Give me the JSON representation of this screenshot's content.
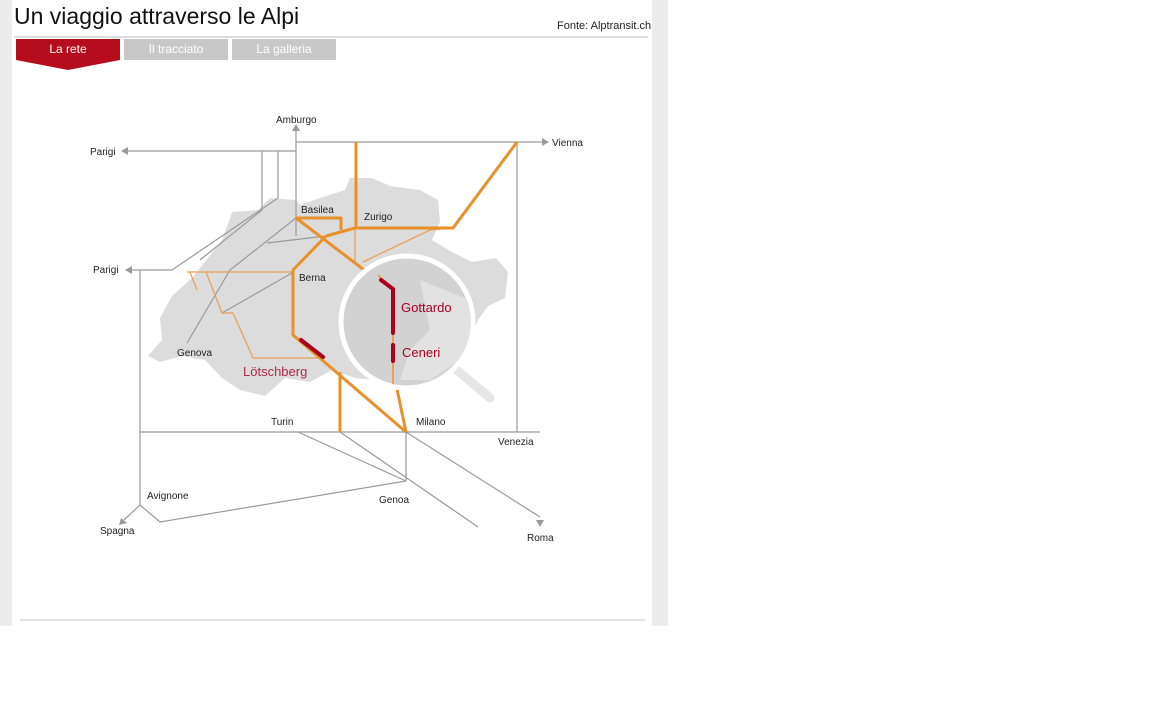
{
  "header": {
    "title": "Un viaggio attraverso le Alpi",
    "source": "Fonte: Alptransit.ch"
  },
  "tabs": [
    {
      "label": "La rete",
      "active": true
    },
    {
      "label": "Il tracciato",
      "active": false
    },
    {
      "label": "La galleria",
      "active": false
    }
  ],
  "map": {
    "cities": {
      "amburgo": "Amburgo",
      "parigi_north": "Parigi",
      "parigi_west": "Parigi",
      "vienna": "Vienna",
      "basilea": "Basilea",
      "zurigo": "Zurigo",
      "berna": "Berna",
      "genova_ch": "Genova",
      "turin": "Turin",
      "milano": "Milano",
      "venezia": "Venezia",
      "avignone": "Avignone",
      "spagna": "Spagna",
      "genoa": "Genoa",
      "roma": "Roma"
    },
    "tunnels": {
      "gottardo": "Gottardo",
      "ceneri": "Ceneri",
      "lotschberg": "Lötschberg"
    },
    "colors": {
      "main_line": "#e8902a",
      "tunnel": "#a8001e",
      "other_line": "#9a9a9a",
      "country": "#dcdcdc",
      "accent": "#b50d1e"
    }
  }
}
